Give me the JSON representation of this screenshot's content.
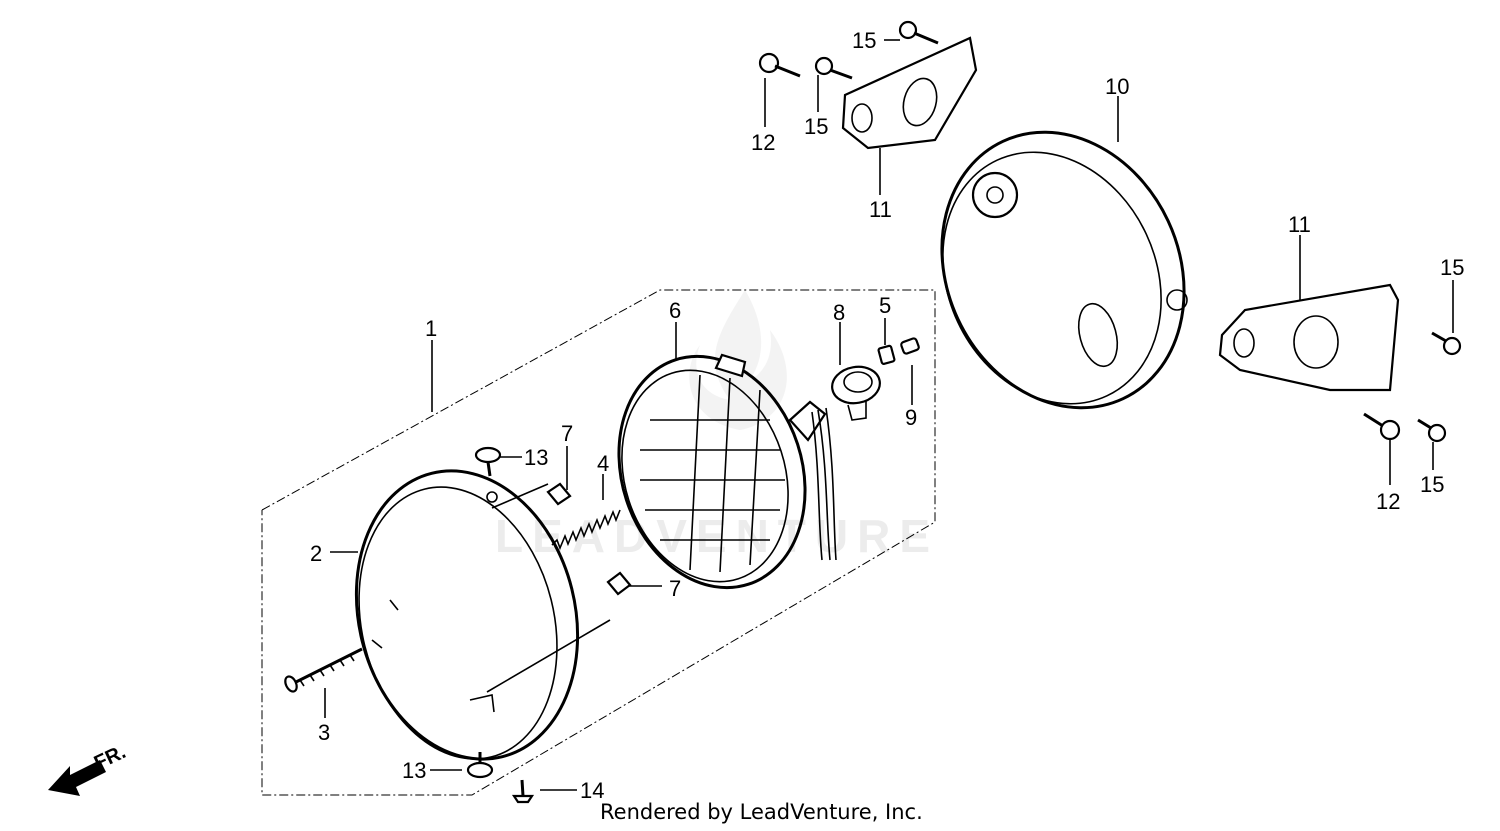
{
  "watermark": "LEADVENTURE",
  "credit": "Rendered by LeadVenture, Inc.",
  "direction_label": "FR.",
  "callouts": [
    "1",
    "2",
    "3",
    "4",
    "5",
    "6",
    "7",
    "7",
    "8",
    "9",
    "10",
    "11",
    "11",
    "12",
    "12",
    "13",
    "13",
    "14",
    "15",
    "15",
    "15",
    "15"
  ]
}
